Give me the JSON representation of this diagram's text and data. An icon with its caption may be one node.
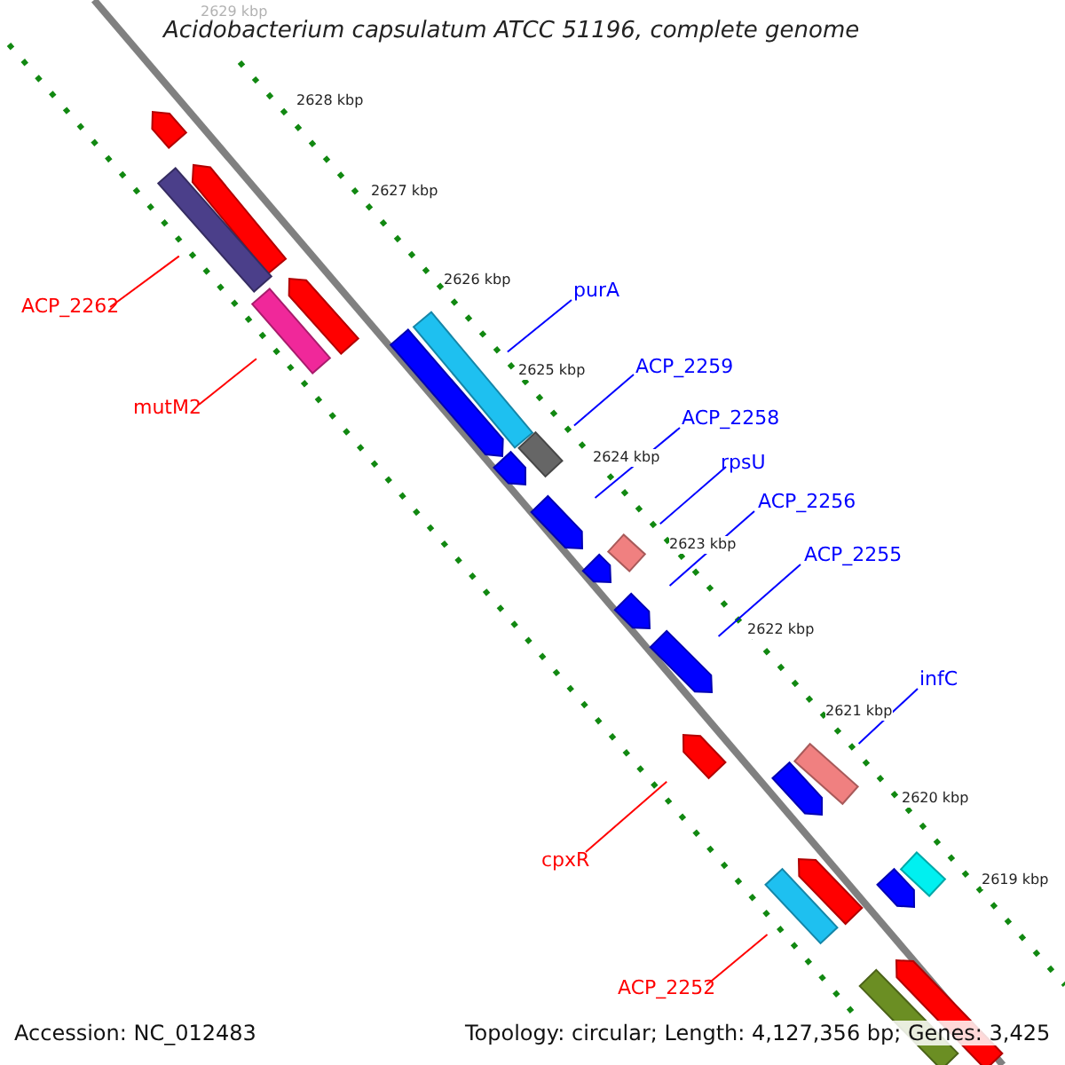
{
  "diagram": {
    "title": "Acidobacterium capsulatum ATCC 51196, complete genome",
    "nodes": [
      {
        "text": [
          "purA"
        ]
      },
      {
        "text": [
          "ACP_2262"
        ]
      },
      {
        "text": [
          "ACP_2259"
        ]
      },
      {
        "text": [
          "mutM2"
        ]
      },
      {
        "text": [
          "ACP_2258"
        ]
      },
      {
        "text": [
          "rpsU"
        ]
      },
      {
        "text": [
          "ACP_2256"
        ]
      },
      {
        "text": [
          "ACP_2255"
        ]
      },
      {
        "text": [
          "infC"
        ]
      },
      {
        "text": [
          "cpxR"
        ]
      },
      {
        "text": [
          "ACP_2252"
        ]
      },
      {
        "text": [],
        "shape": "bar"
      },
      {
        "text": [],
        "shape": "bar"
      },
      {
        "text": [],
        "shape": "bar"
      },
      {
        "text": [],
        "shape": "bar"
      },
      {
        "text": [],
        "shape": "bar"
      },
      {
        "text": [],
        "shape": "bar"
      },
      {
        "text": [],
        "shape": "bar"
      },
      {
        "text": [],
        "shape": "bar"
      },
      {
        "text": [],
        "shape": "bar"
      },
      {
        "text": [],
        "shape": "bar"
      },
      {
        "text": [],
        "shape": "bar"
      },
      {
        "text": [],
        "shape": "bar"
      },
      {
        "text": [],
        "shape": "bar"
      },
      {
        "text": [],
        "shape": "bar"
      },
      {
        "text": [],
        "shape": "bar"
      },
      {
        "text": [],
        "shape": "bar"
      },
      {
        "text": [],
        "shape": "bar"
      },
      {
        "text": [],
        "shape": "bar"
      },
      {
        "text": [],
        "shape": "bar"
      },
      {
        "text": [],
        "shape": "bar"
      },
      {
        "text": [],
        "shape": "bar"
      },
      {
        "text": [],
        "shape": "bar"
      },
      {
        "text": [],
        "shape": "bar"
      }
    ],
    "edges": [
      {
        "from": 0,
        "to": 16,
        "arrow": "none"
      },
      {
        "from": 1,
        "to": 13,
        "arrow": "none",
        "color": "#ff0000"
      },
      {
        "from": 2,
        "to": 18,
        "arrow": "none"
      },
      {
        "from": 3,
        "to": 15,
        "arrow": "none",
        "color": "#ff0000"
      },
      {
        "from": 4,
        "to": 20,
        "arrow": "none"
      },
      {
        "from": 5,
        "to": 21,
        "arrow": "none"
      },
      {
        "from": 6,
        "to": 23,
        "arrow": "none"
      },
      {
        "from": 7,
        "to": 24,
        "arrow": "none"
      },
      {
        "from": 8,
        "to": 26,
        "arrow": "none"
      },
      {
        "from": 9,
        "to": 25,
        "arrow": "none",
        "color": "#ff0000"
      },
      {
        "from": 10,
        "to": 30,
        "arrow": "none",
        "color": "#ff0000"
      }
    ],
    "labels": [
      "2629 kbp",
      "2628 kbp",
      "2627 kbp",
      "2626 kbp",
      "2625 kbp",
      "2624 kbp",
      "2623 kbp",
      "2622 kbp",
      "2621 kbp",
      "2620 kbp",
      "2619 kbp",
      "Accession: NC_012483",
      "Topology: circular; Length: 4,127,356 bp; Genes: 3,425"
    ]
  }
}
